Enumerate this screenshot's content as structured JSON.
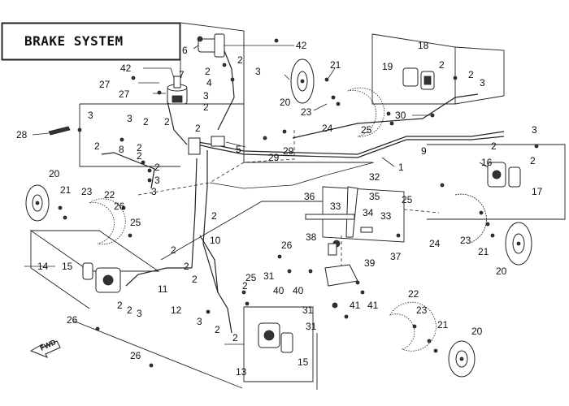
{
  "title": "BRAKE SYSTEM",
  "forward_mark": "FWD",
  "callouts": [
    {
      "id": "c1",
      "text": "1"
    },
    {
      "id": "c2",
      "text": "2"
    },
    {
      "id": "c3",
      "text": "3"
    },
    {
      "id": "c4",
      "text": "4"
    },
    {
      "id": "c5",
      "text": "5"
    },
    {
      "id": "c6",
      "text": "6"
    },
    {
      "id": "c7",
      "text": "7"
    },
    {
      "id": "c8",
      "text": "8"
    },
    {
      "id": "c9",
      "text": "9"
    },
    {
      "id": "c10",
      "text": "10"
    },
    {
      "id": "c11",
      "text": "11"
    },
    {
      "id": "c12",
      "text": "12"
    },
    {
      "id": "c13",
      "text": "13"
    },
    {
      "id": "c14",
      "text": "14"
    },
    {
      "id": "c15",
      "text": "15"
    },
    {
      "id": "c16",
      "text": "16"
    },
    {
      "id": "c17",
      "text": "17"
    },
    {
      "id": "c18",
      "text": "18"
    },
    {
      "id": "c19",
      "text": "19"
    },
    {
      "id": "c20",
      "text": "20"
    },
    {
      "id": "c21",
      "text": "21"
    },
    {
      "id": "c22",
      "text": "22"
    },
    {
      "id": "c23",
      "text": "23"
    },
    {
      "id": "c24",
      "text": "24"
    },
    {
      "id": "c25",
      "text": "25"
    },
    {
      "id": "c26",
      "text": "26"
    },
    {
      "id": "c27",
      "text": "27"
    },
    {
      "id": "c28",
      "text": "28"
    },
    {
      "id": "c29",
      "text": "29"
    },
    {
      "id": "c30",
      "text": "30"
    },
    {
      "id": "c31",
      "text": "31"
    },
    {
      "id": "c32",
      "text": "32"
    },
    {
      "id": "c33",
      "text": "33"
    },
    {
      "id": "c34",
      "text": "34"
    },
    {
      "id": "c35",
      "text": "35"
    },
    {
      "id": "c36",
      "text": "36"
    },
    {
      "id": "c37",
      "text": "37"
    },
    {
      "id": "c38",
      "text": "38"
    },
    {
      "id": "c39",
      "text": "39"
    },
    {
      "id": "c40",
      "text": "40"
    },
    {
      "id": "c41",
      "text": "41"
    },
    {
      "id": "c42",
      "text": "42"
    }
  ]
}
